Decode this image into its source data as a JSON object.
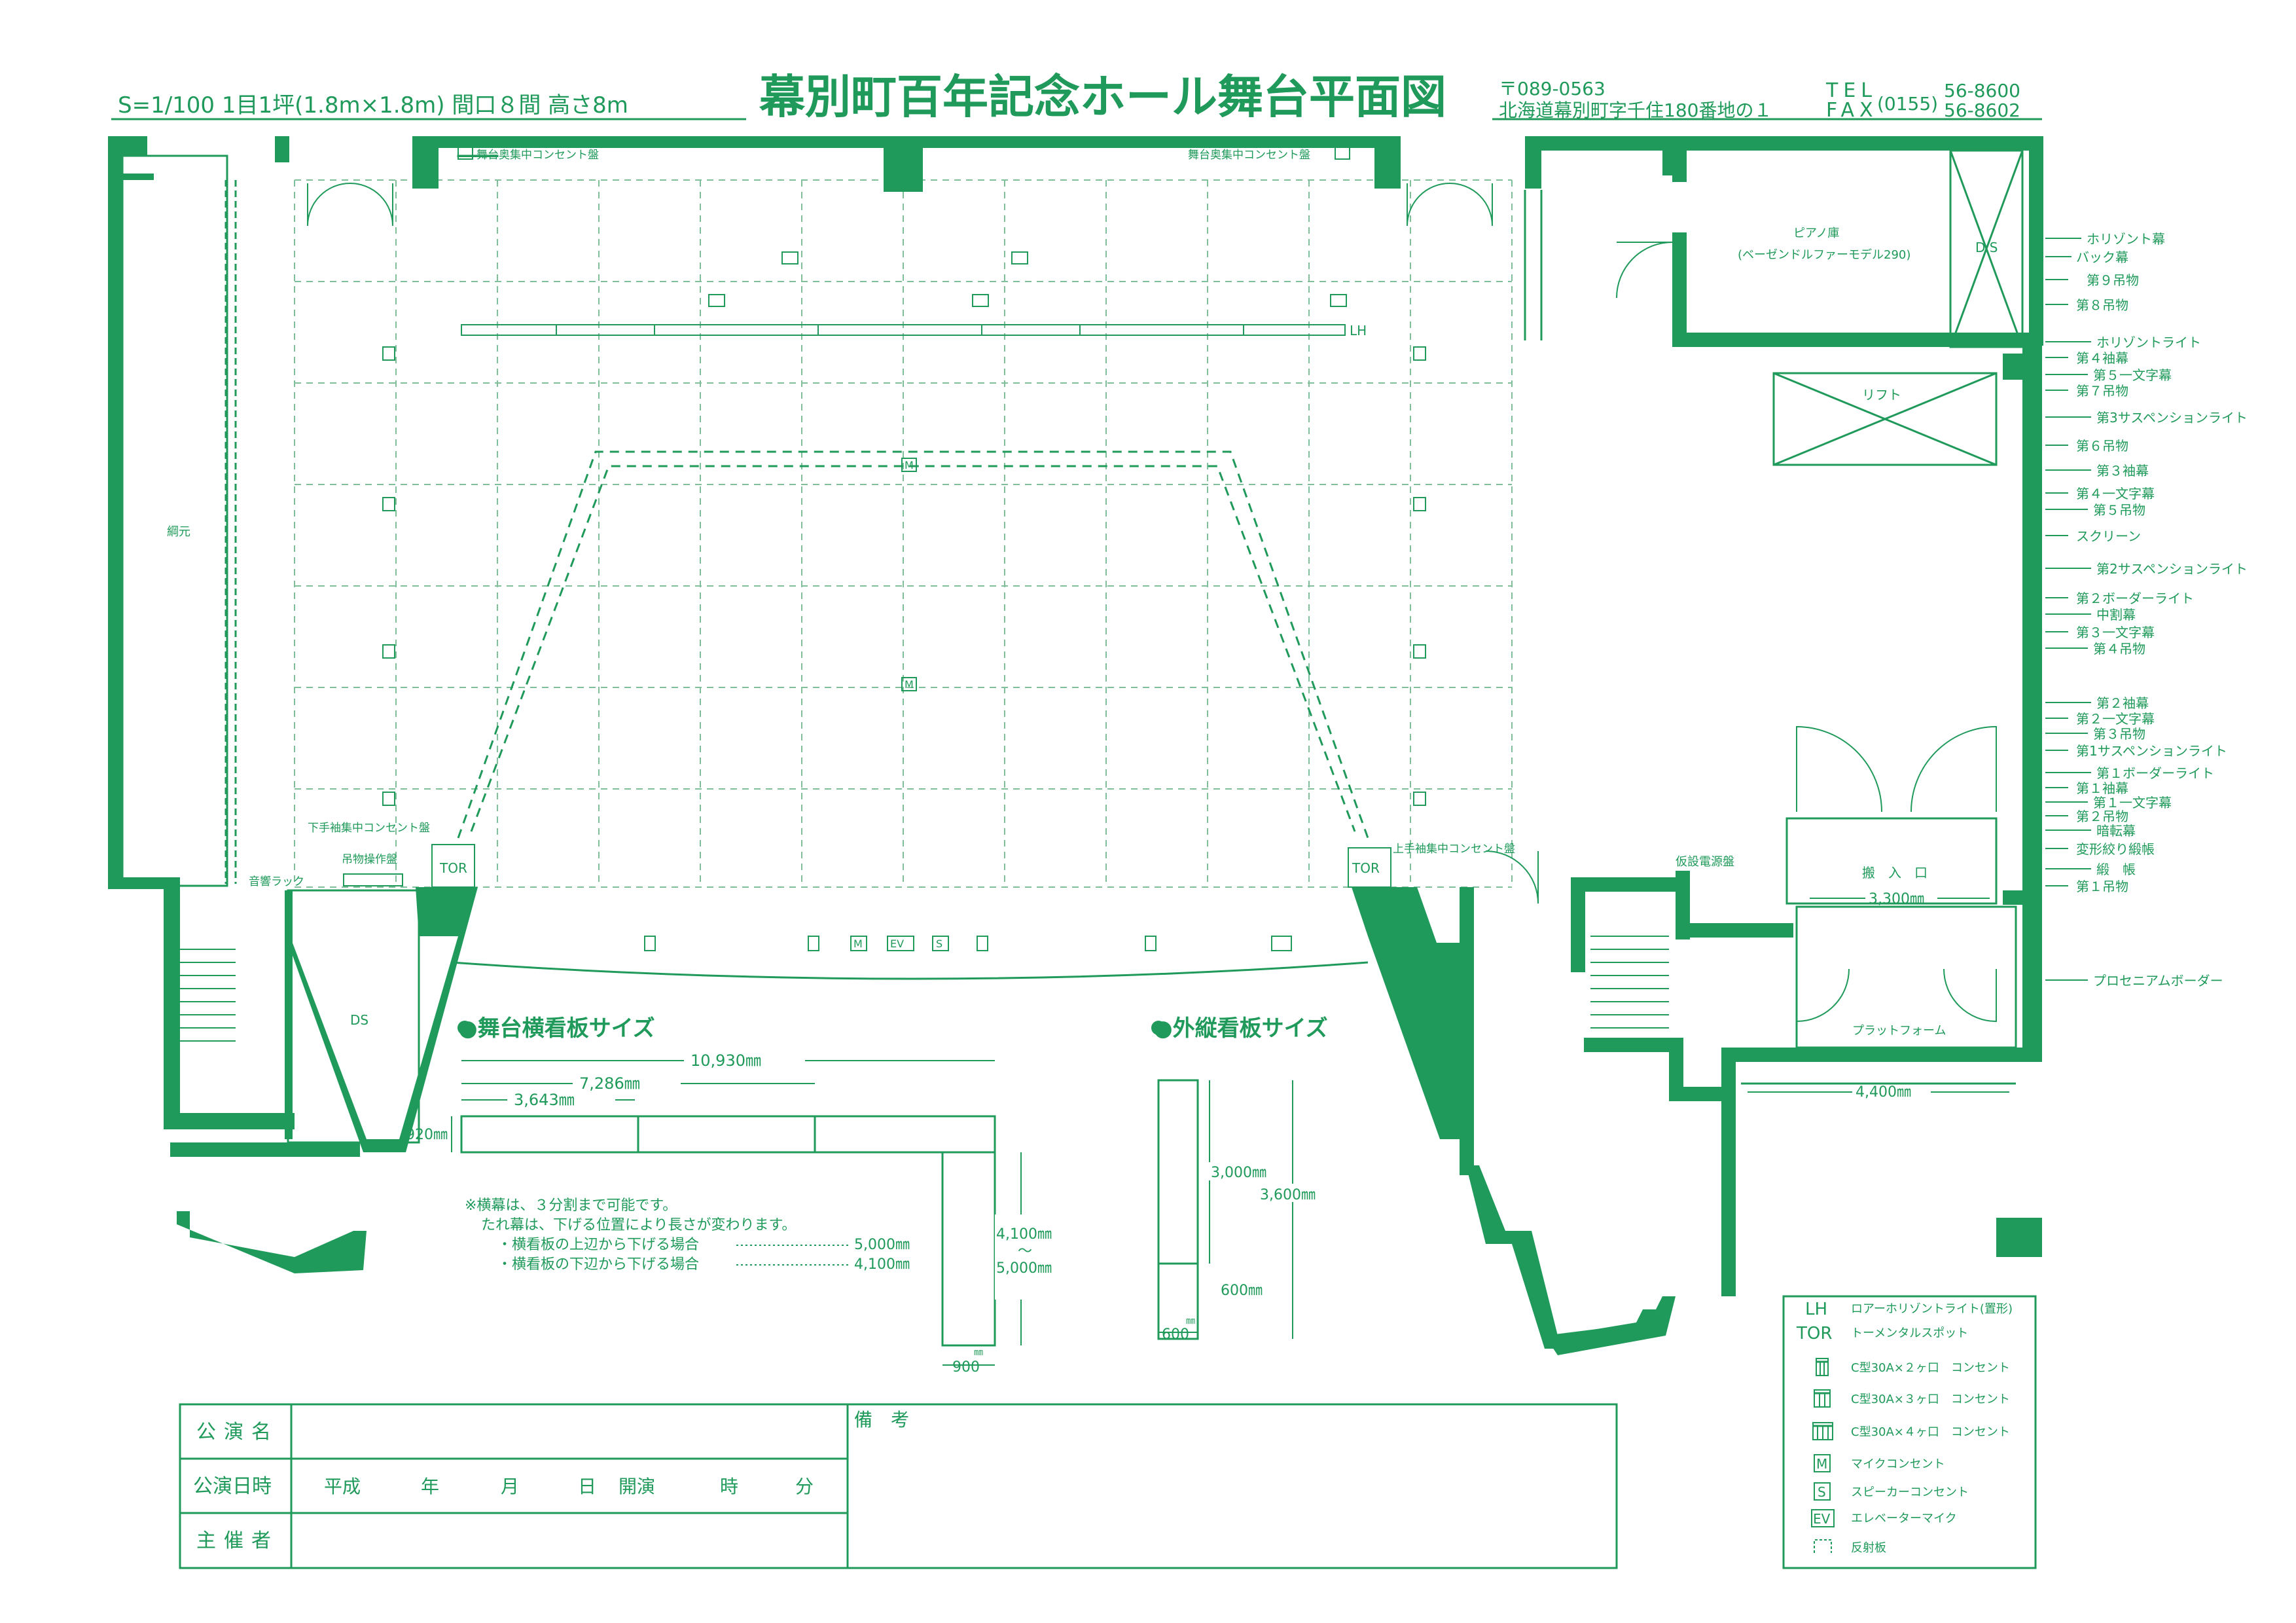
{
  "header": {
    "scale_info": "S=1/100  1目1坪(1.8m×1.8m)  間口８間  高さ8m",
    "title": "幕別町百年記念ホール舞台平面図",
    "postal": "〒089-0563",
    "address": "北海道幕別町字千住180番地の１",
    "tel_label": "TEL",
    "fax_label": "FAX",
    "area_code": "(0155)",
    "tel": "56-8600",
    "fax": "56-8602"
  },
  "plan": {
    "fly_gallery": "綱元",
    "outlet_back_left": "舞台奥集中コンセント盤",
    "outlet_back_right": "舞台奥集中コンセント盤",
    "outlet_sl": "下手袖集中コンセント盤",
    "outlet_sr": "上手袖集中コンセント盤",
    "fly_control": "吊物操作盤",
    "sound_rack": "音響ラック",
    "tor_left": "TOR",
    "tor_right": "TOR",
    "lh": "LH",
    "ds_left": "DS",
    "ds_right": "DS",
    "ds_top": "D S",
    "piano_store": "ピアノ庫",
    "piano_model": "(ベーゼンドルファーモデル290)",
    "lift": "リフト",
    "temp_power": "仮設電源盤",
    "loading_dock": "搬　入　口",
    "loading_width": "3,300㎜",
    "platform": "プラットフォーム",
    "platform_width": "4,400㎜",
    "marker_m": "M",
    "marker_ev": "EV",
    "marker_s": "S"
  },
  "batten_list": [
    "ホリゾント幕",
    "バック幕",
    "第９吊物",
    "第８吊物",
    "ホリゾントライト",
    "第４袖幕",
    "第５一文字幕",
    "第７吊物",
    "第3サスペンションライト",
    "第６吊物",
    "第３袖幕",
    "第４一文字幕",
    "第５吊物",
    "スクリーン",
    "第2サスペンションライト",
    "第２ボーダーライト",
    "中割幕",
    "第３一文字幕",
    "第４吊物",
    "第２袖幕",
    "第２一文字幕",
    "第３吊物",
    "第1サスペンションライト",
    "第１ボーダーライト",
    "第１袖幕",
    "第１一文字幕",
    "第２吊物",
    "暗転幕",
    "変形絞り緞帳",
    "緞　帳",
    "第１吊物",
    "プロセニアムボーダー"
  ],
  "signboard_h": {
    "title": "●舞台横看板サイズ",
    "w_total": "10,930㎜",
    "w_two": "7,286㎜",
    "w_one": "3,643㎜",
    "height": "920㎜",
    "drop_range_a": "4,100㎜",
    "drop_tilde": "～",
    "drop_range_b": "5,000㎜",
    "drop_width": "900",
    "unit_mm": "㎜"
  },
  "signboard_v": {
    "title": "●外縦看板サイズ",
    "h1": "3,000㎜",
    "h2": "3,600㎜",
    "h3": "600㎜",
    "w": "600",
    "unit_mm": "㎜"
  },
  "notes": [
    "※横幕は、３分割まで可能です。",
    "たれ幕は、下げる位置により長さが変わります。",
    "・横看板の上辺から下げる場合",
    "5,000㎜",
    "・横看板の下辺から下げる場合",
    "4,100㎜"
  ],
  "legend": [
    {
      "sym": "LH",
      "text": "ロアーホリゾントライト(置形)"
    },
    {
      "sym": "TOR",
      "text": "トーメンタルスポット"
    },
    {
      "sym": "",
      "text": "C型30A×２ヶ口　コンセント"
    },
    {
      "sym": "",
      "text": "C型30A×３ヶ口　コンセント"
    },
    {
      "sym": "",
      "text": "C型30A×４ヶ口　コンセント"
    },
    {
      "sym": "M",
      "text": "マイクコンセント"
    },
    {
      "sym": "S",
      "text": "スピーカーコンセント"
    },
    {
      "sym": "EV",
      "text": "エレベーターマイク"
    },
    {
      "sym": "",
      "text": "反射板"
    }
  ],
  "form": {
    "row1_label": "公演名",
    "row2_label": "公演日時",
    "row3_label": "主催者",
    "remarks": "備　考",
    "era": "平成",
    "year": "年",
    "month": "月",
    "day": "日",
    "open": "開演",
    "hour": "時",
    "minute": "分"
  },
  "colors": {
    "line": "#1f9a5a",
    "fill": "#1f9a5a",
    "grid": "#7fbf9a"
  }
}
